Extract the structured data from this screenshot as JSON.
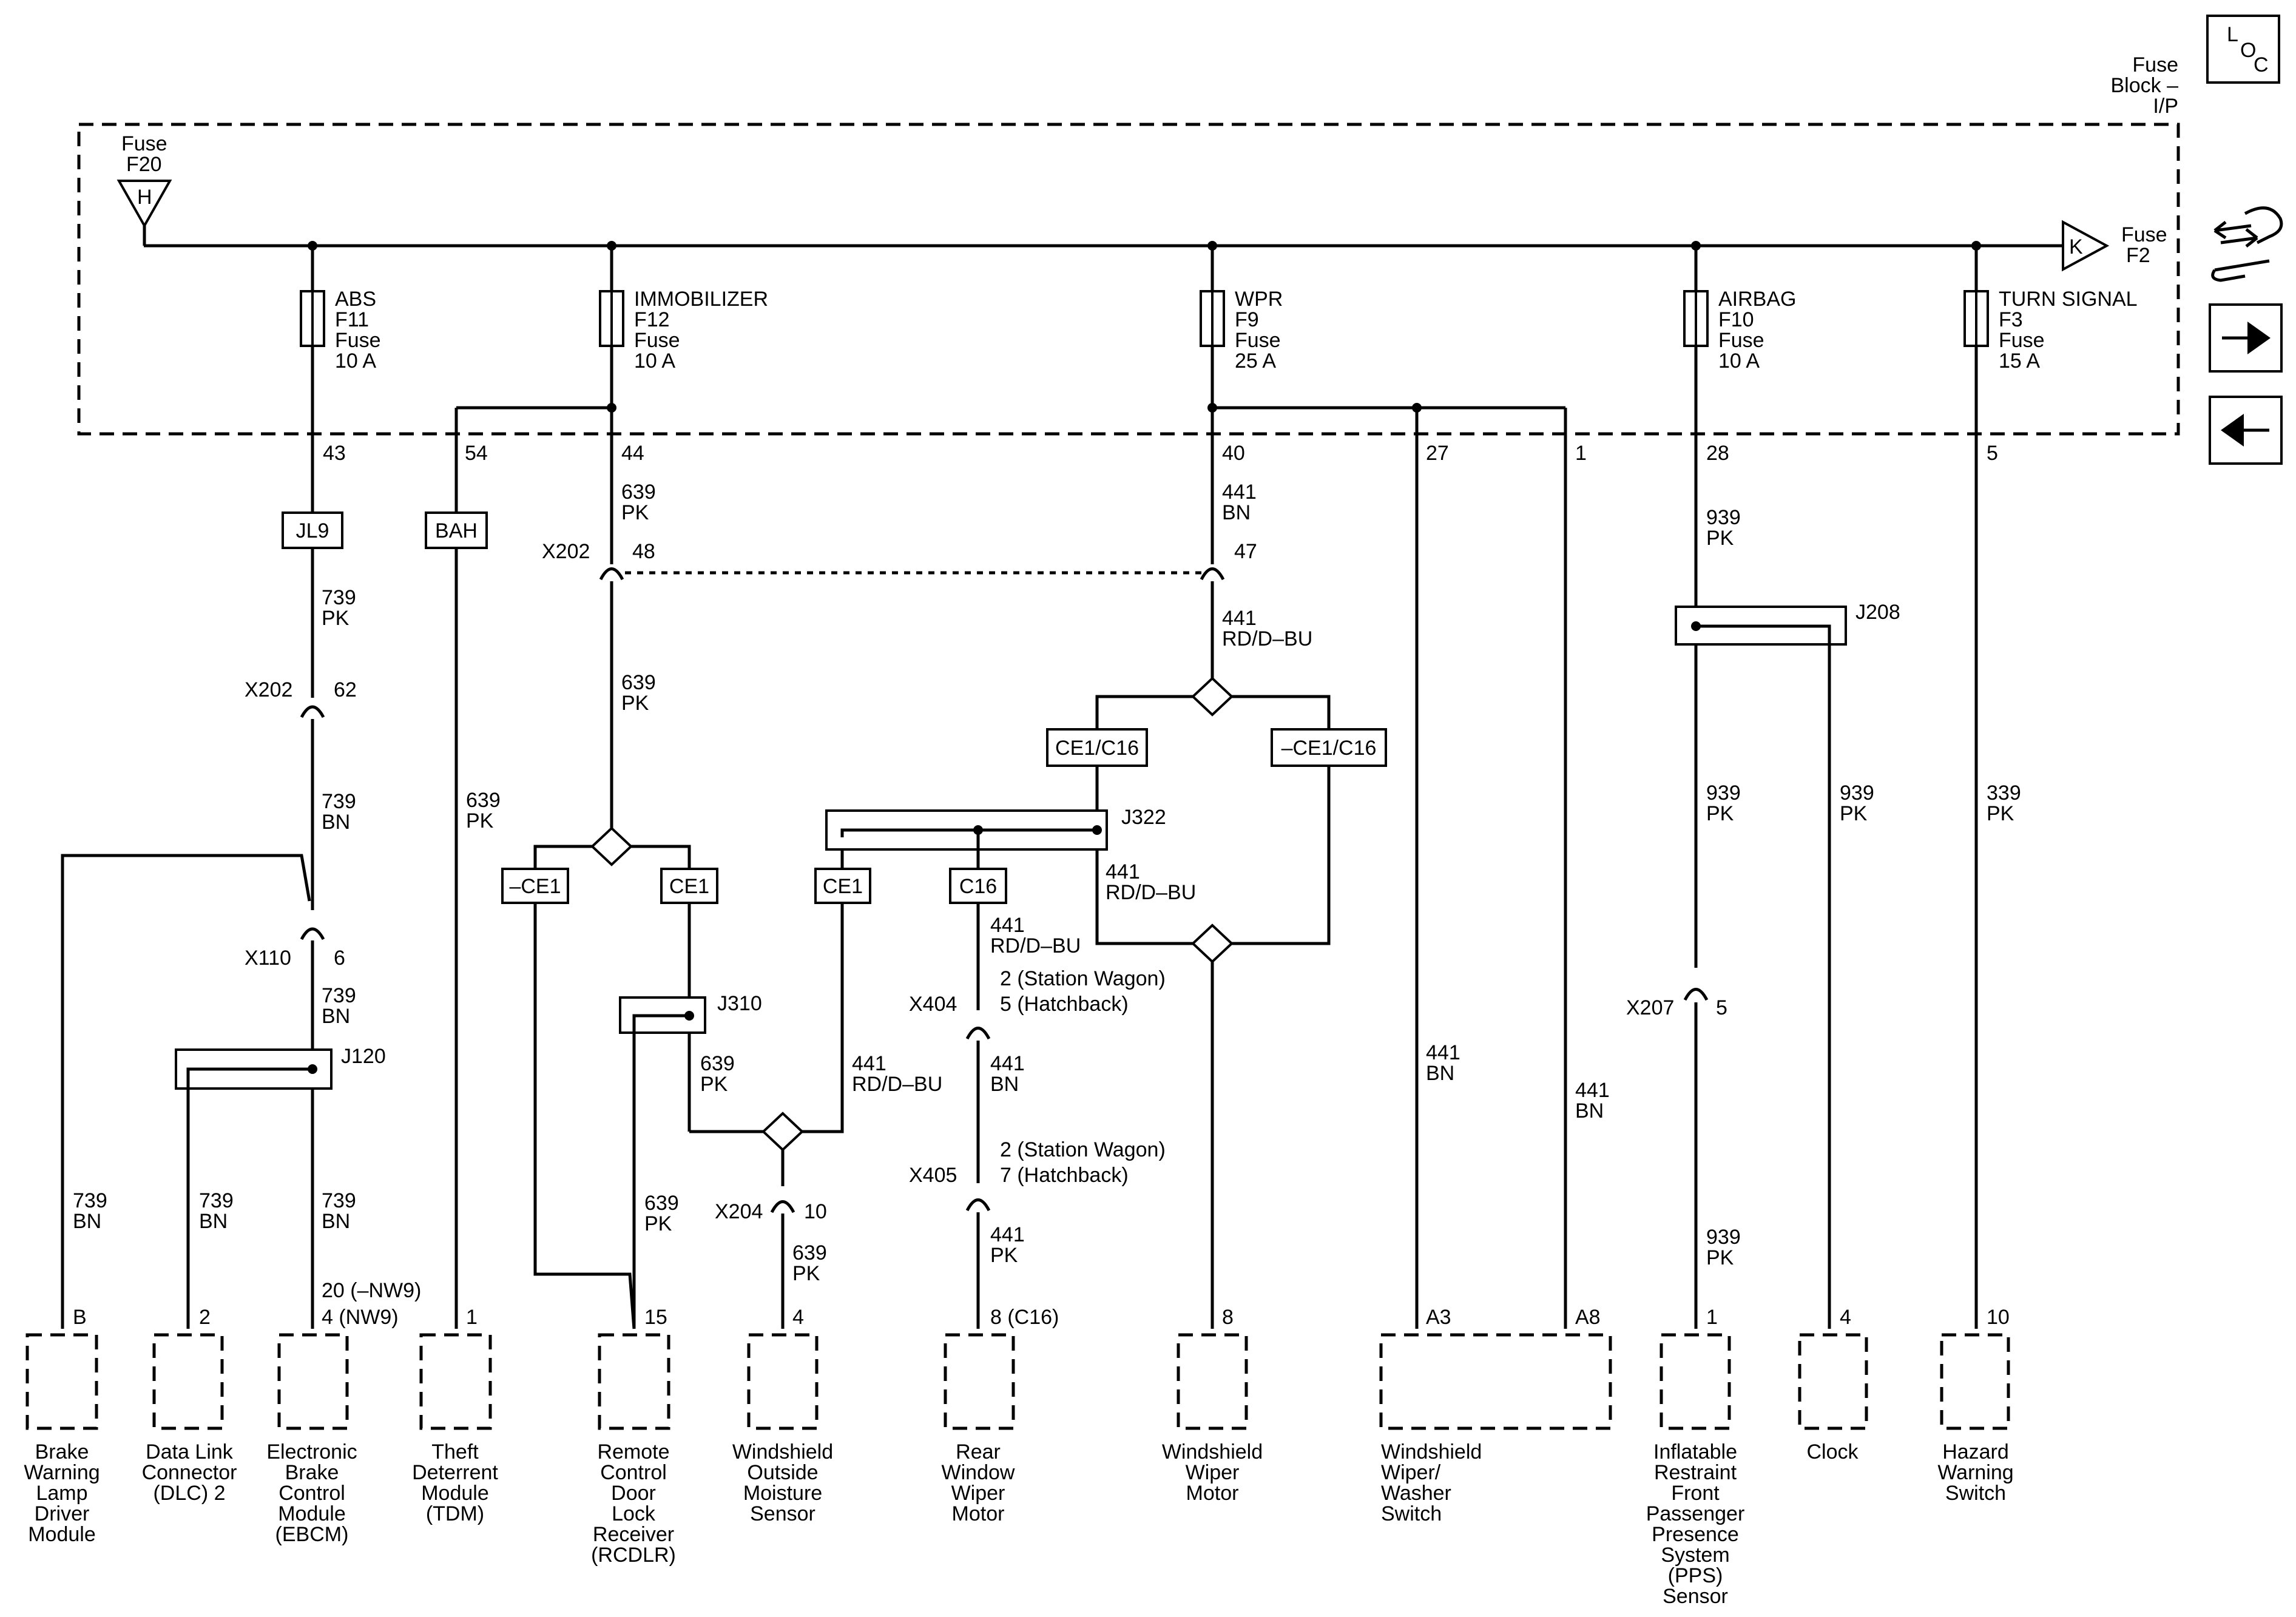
{
  "loc_icon": {
    "letters": [
      "L",
      "O",
      "C"
    ]
  },
  "fuse_block": {
    "label": [
      "Fuse",
      "Block –",
      "I/P"
    ]
  },
  "supply": {
    "left_fuse": {
      "label": [
        "Fuse",
        "F20"
      ],
      "pin": "H"
    },
    "right_fuse": {
      "label": [
        "Fuse",
        "F2"
      ],
      "pin": "K"
    }
  },
  "fuses": [
    {
      "name": "ABS",
      "id": "F11",
      "type": "Fuse",
      "rating": "10 A"
    },
    {
      "name": "IMMOBILIZER",
      "id": "F12",
      "type": "Fuse",
      "rating": "10 A"
    },
    {
      "name": "WPR",
      "id": "F9",
      "type": "Fuse",
      "rating": "25 A"
    },
    {
      "name": "AIRBAG",
      "id": "F10",
      "type": "Fuse",
      "rating": "10 A"
    },
    {
      "name": "TURN SIGNAL",
      "id": "F3",
      "type": "Fuse",
      "rating": "15 A"
    }
  ],
  "cavities": [
    "43",
    "54",
    "44",
    "40",
    "27",
    "1",
    "28",
    "5"
  ],
  "option_boxes": [
    "JL9",
    "BAH",
    "CE1/C16",
    "–CE1/C16",
    "–CE1",
    "CE1",
    "CE1",
    "C16"
  ],
  "connectors": [
    {
      "id": "X202",
      "pin": "48"
    },
    {
      "id": "",
      "pin": "47"
    },
    {
      "id": "X202",
      "pin": "62"
    },
    {
      "id": "X110",
      "pin": "6"
    },
    {
      "id": "X204",
      "pin": "10"
    },
    {
      "id": "X404",
      "pin": [
        "2 (Station Wagon)",
        "5 (Hatchback)"
      ]
    },
    {
      "id": "X405",
      "pin": [
        "2 (Station Wagon)",
        "7 (Hatchback)"
      ]
    },
    {
      "id": "X207",
      "pin": "5"
    }
  ],
  "splices": [
    "J120",
    "J310",
    "J322",
    "J208"
  ],
  "wire_labels": [
    [
      "639",
      "PK"
    ],
    [
      "441",
      "BN"
    ],
    [
      "441",
      "RD/D–BU"
    ],
    [
      "639",
      "PK"
    ],
    [
      "939",
      "PK"
    ],
    [
      "739",
      "PK"
    ],
    [
      "739",
      "BN"
    ],
    [
      "739",
      "BN"
    ],
    [
      "739",
      "BN"
    ],
    [
      "739",
      "BN"
    ],
    [
      "739",
      "BN"
    ],
    [
      "639",
      "PK"
    ],
    [
      "639",
      "PK"
    ],
    [
      "639",
      "PK"
    ],
    [
      "441",
      "RD/D–BU"
    ],
    [
      "639",
      "PK"
    ],
    [
      "441",
      "RD/D–BU"
    ],
    [
      "441",
      "RD/D–BU"
    ],
    [
      "441",
      "BN"
    ],
    [
      "441",
      "PK"
    ],
    [
      "441",
      "BN"
    ],
    [
      "441",
      "BN"
    ],
    [
      "939",
      "PK"
    ],
    [
      "939",
      "PK"
    ],
    [
      "939",
      "PK"
    ],
    [
      "339",
      "PK"
    ]
  ],
  "components": [
    {
      "pin": "B",
      "name": [
        "Brake",
        "Warning",
        "Lamp",
        "Driver",
        "Module"
      ]
    },
    {
      "pin": "2",
      "name": [
        "Data Link",
        "Connector",
        "(DLC) 2"
      ]
    },
    {
      "pin": [
        "20 (–NW9)",
        "4 (NW9)"
      ],
      "name": [
        "Electronic",
        "Brake",
        "Control",
        "Module",
        "(EBCM)"
      ]
    },
    {
      "pin": "1",
      "name": [
        "Theft",
        "Deterrent",
        "Module",
        "(TDM)"
      ]
    },
    {
      "pin": "15",
      "name": [
        "Remote",
        "Control",
        "Door",
        "Lock",
        "Receiver",
        "(RCDLR)"
      ]
    },
    {
      "pin": "4",
      "name": [
        "Windshield",
        "Outside",
        "Moisture",
        "Sensor"
      ]
    },
    {
      "pin": "8 (C16)",
      "name": [
        "Rear",
        "Window",
        "Wiper",
        "Motor"
      ]
    },
    {
      "pin": "8",
      "name": [
        "Windshield",
        "Wiper",
        "Motor"
      ]
    },
    {
      "pin": [
        "A3",
        "A8"
      ],
      "name": [
        "Windshield",
        "Wiper/",
        "Washer",
        "Switch"
      ]
    },
    {
      "pin": "1",
      "name": [
        "Inflatable",
        "Restraint",
        "Front",
        "Passenger",
        "Presence",
        "System",
        "(PPS)",
        "Sensor"
      ]
    },
    {
      "pin": "4",
      "name": [
        "Clock"
      ]
    },
    {
      "pin": "10",
      "name": [
        "Hazard",
        "Warning",
        "Switch"
      ]
    }
  ],
  "colors": {
    "line": "#000000",
    "background": "#ffffff"
  },
  "icons": [
    "loc-icon",
    "tools-icon",
    "arrow-right-icon",
    "arrow-left-icon"
  ]
}
